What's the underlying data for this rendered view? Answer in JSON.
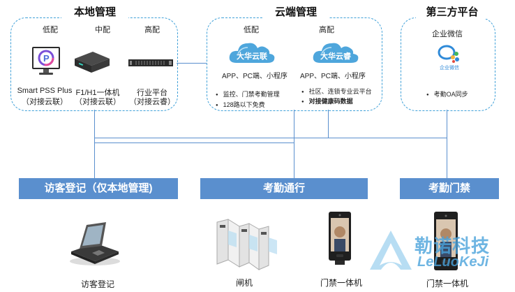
{
  "sections": {
    "local": {
      "title": "本地管理",
      "tiers": [
        "低配",
        "中配",
        "高配"
      ],
      "products": [
        {
          "line1": "Smart PSS Plus",
          "line2": "（对接云联）"
        },
        {
          "line1": "F1/H1一体机",
          "line2": "（对接云联）"
        },
        {
          "line1": "行业平台",
          "line2": "（对接云睿）"
        }
      ]
    },
    "cloud": {
      "title": "云端管理",
      "tiers": [
        "低配",
        "高配"
      ],
      "clouds": [
        {
          "name": "大华云联",
          "clients": "APP、PC端、小程序",
          "bullets": [
            {
              "text": "监控、门禁考勤管理",
              "bold": false
            },
            {
              "text": "128路以下免费",
              "bold": false
            }
          ]
        },
        {
          "name": "大华云睿",
          "clients": "APP、PC端、小程序",
          "bullets": [
            {
              "text": "社区、连锁专业云平台",
              "bold": false
            },
            {
              "text": "对接健康码数据",
              "bold": true
            }
          ]
        }
      ]
    },
    "third": {
      "title": "第三方平台",
      "platform": "企业微信",
      "logo_text": "企业微信",
      "bullet": "考勤OA同步"
    }
  },
  "bars": [
    {
      "label": "访客登记（仅本地管理)"
    },
    {
      "label": "考勤通行"
    },
    {
      "label": "考勤门禁"
    }
  ],
  "devices": [
    {
      "label": "访客登记"
    },
    {
      "label": "闸机"
    },
    {
      "label": "门禁一体机"
    },
    {
      "label": "门禁一体机"
    }
  ],
  "watermark": {
    "cn": "勒诺科技",
    "en": "LeLuoKeJi"
  },
  "colors": {
    "accent": "#5a8fce",
    "dashed": "#3fa0d8",
    "cloud": "#4ea6dc"
  }
}
